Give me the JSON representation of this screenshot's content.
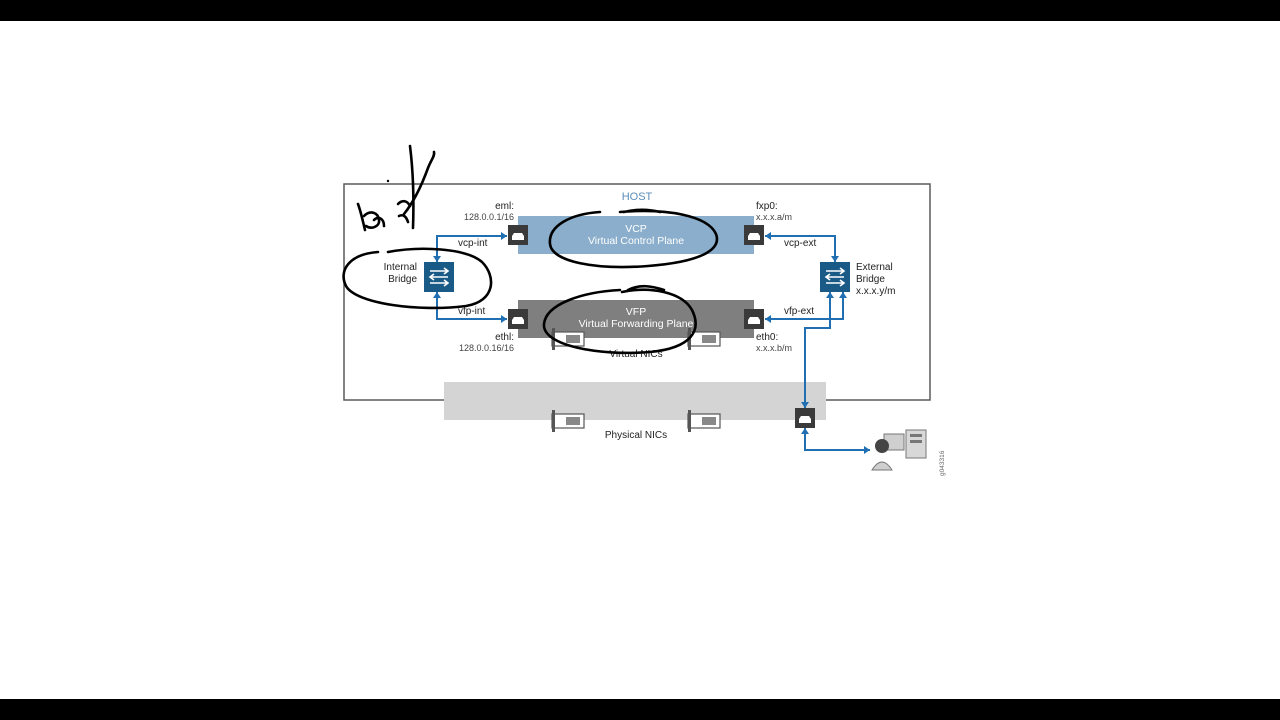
{
  "host": {
    "title": "HOST"
  },
  "vcp": {
    "abbr": "VCP",
    "name": "Virtual Control Plane"
  },
  "vfp": {
    "abbr": "VFP",
    "name": "Virtual Forwarding Plane"
  },
  "interfaces": {
    "em1_name": "eml:",
    "em1_addr": "128.0.0.1/16",
    "eth1_name": "ethl:",
    "eth1_addr": "128.0.0.16/16",
    "fxp0_name": "fxp0:",
    "fxp0_addr": "x.x.x.a/m",
    "eth0_name": "eth0:",
    "eth0_addr": "x.x.x.b/m"
  },
  "links": {
    "vcp_int": "vcp-int",
    "vfp_int": "vfp-int",
    "vcp_ext": "vcp-ext",
    "vfp_ext": "vfp-ext"
  },
  "bridges": {
    "internal_line1": "Internal",
    "internal_line2": "Bridge",
    "external_line1": "External",
    "external_line2": "Bridge",
    "external_addr": "x.x.x.y/m"
  },
  "nics": {
    "virtual": "Virtual NICs",
    "physical": "Physical NICs"
  },
  "figure_id": "g043316",
  "colors": {
    "vcp_bar": "#8aaecb",
    "vfp_bar": "#7f7f7f",
    "bridge_blue": "#1a5a86",
    "port_dark": "#3a3a3a",
    "wire_blue": "#1f6fb2",
    "physical_band": "#d4d4d4"
  }
}
